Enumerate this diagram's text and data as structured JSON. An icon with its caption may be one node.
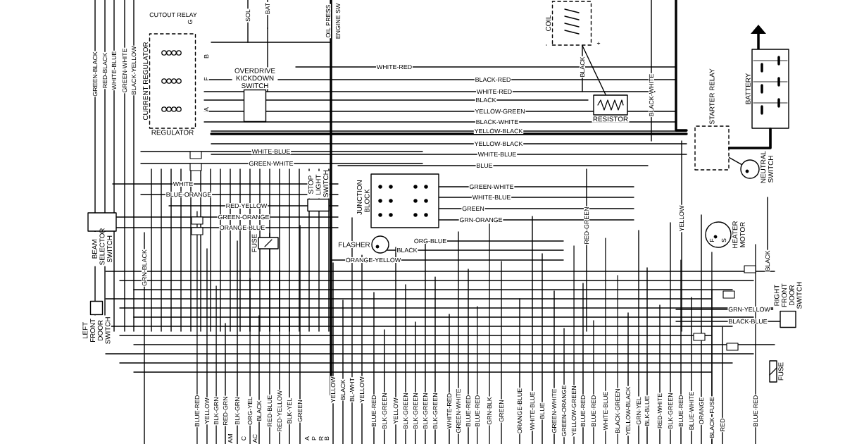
{
  "diagram": {
    "nodes": [
      {
        "text": [
          "CURRENT REGULATOR",
          "REGULATOR"
        ]
      },
      {
        "text": [
          "OVERDRIVE KICKDOWN SWITCH"
        ]
      },
      {
        "text": [
          "COIL"
        ]
      },
      {
        "text": [
          "RESISTOR"
        ]
      },
      {
        "text": [
          "BATTERY"
        ]
      },
      {
        "text": [
          "STARTER RELAY"
        ]
      },
      {
        "text": [
          "NEUTRAL SWITCH"
        ]
      },
      {
        "text": [
          "JUNCTION BLOCK"
        ]
      },
      {
        "text": [
          "STOP LIGHT SWITCH"
        ]
      },
      {
        "text": [
          "FLASHER"
        ]
      },
      {
        "text": [
          "FUSE"
        ]
      },
      {
        "text": [
          "HEATER MOTOR"
        ]
      },
      {
        "text": [
          "BEAM SELECTOR SWITCH"
        ]
      },
      {
        "text": [
          "LEFT FRONT DOOR SWITCH"
        ]
      },
      {
        "text": [
          "RIGHT FRONT DOOR SWITCH"
        ]
      },
      {
        "text": [
          "FUSE"
        ]
      }
    ],
    "edges": [
      {
        "from": 4,
        "to": 5,
        "arrow": "none",
        "style": "thick"
      },
      {
        "from": 5,
        "to": 6,
        "arrow": "none"
      },
      {
        "from": 3,
        "to": 2,
        "arrow": "none"
      }
    ],
    "labels": [
      "CUTOUT RELAY",
      "G",
      "SOL",
      "BAT",
      "OIL PRESS",
      "ENGINE SW",
      "B",
      "F",
      "A",
      "GREEN-BLACK",
      "RED-BLACK",
      "WHITE-BLUE",
      "GREEN-WHITE",
      "BLACK-YELLOW",
      "WHITE-RED",
      "BLACK-RED",
      "WHITE-RED",
      "BLACK",
      "YELLOW-GREEN",
      "BLACK-WHITE",
      "YELLOW-BLACK",
      "YELLOW-BLACK",
      "WHITE-BLUE",
      "BLUE",
      "BLACK",
      "+",
      "-",
      "BLACK-WHITE",
      "WHITE-BLUE",
      "GREEN-WHITE",
      "WHITE",
      "BLUE-ORANGE",
      "RED-YELLOW",
      "GREEN-ORANGE",
      "ORANGE-BLUE",
      "GREEN-WHITE",
      "WHITE-BLUE",
      "GREEN",
      "GRN-ORANGE",
      "RED-GREEN",
      "YELLOW",
      "F",
      "S",
      "BLACK",
      "ORG-BLUE",
      "BLACK",
      "ORANGE-YELLOW",
      "GRN-BLACK",
      "GRN-YELLOW",
      "BLACK-BLUE",
      "BLUE-RED",
      "YELLOW",
      "BLK-GRN",
      "RED-GRN",
      "BLK-GRN",
      "ORG-YEL",
      "BLACK",
      "RED-BLUE",
      "RED-YELLOW",
      "BLK-YEL",
      "GREEN",
      "YELLOW",
      "BLACK",
      "BL-WHT",
      "YELLOW",
      "BLUE-RED",
      "BLK-GREEN",
      "YELLOW",
      "BLK-GREEN",
      "BLK-GREEN",
      "BLK-GREEN",
      "BLK-GREEN",
      "WHITE-RED",
      "GREEN-WHITE",
      "BLUE-RED",
      "BLUE-RED",
      "GRN-BLK",
      "GREEN",
      "ORANGE-BLUE",
      "WHITE-BLUE",
      "BLUE",
      "GREEN-WHITE",
      "GREEN-ORANGE",
      "YELLOW-GREEN",
      "BLUE-RED",
      "BLUE-RED",
      "WHITE-BLUE",
      "BLACK-GREEN",
      "YELLOW-BLACK",
      "GRN-YEL",
      "BLK-BLUE",
      "RED-WHITE",
      "BLK-GREEN",
      "BLUE-RED",
      "BLUE-WHITE",
      "ORANGE",
      "FUSE",
      "BLACK",
      "RED",
      "BLUE-RED",
      "AM",
      "C",
      "AC",
      "A",
      "P",
      "R",
      "B"
    ]
  }
}
